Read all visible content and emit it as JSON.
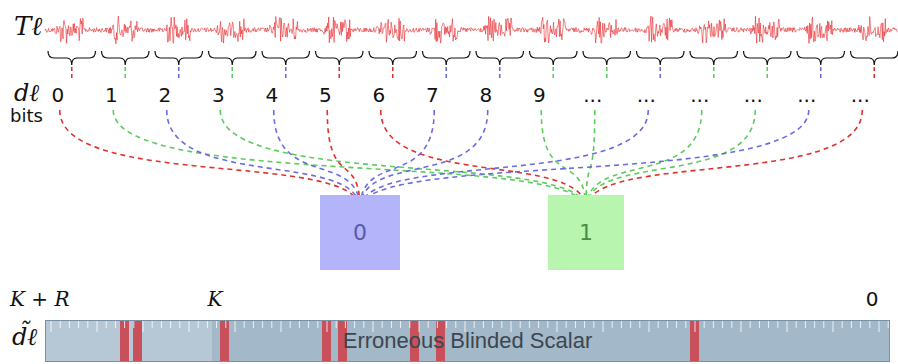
{
  "diagram": {
    "nodes": [
      {
        "text": [
          "0"
        ]
      },
      {
        "text": [
          "1"
        ]
      },
      {
        "text": [
          "Erroneous Blinded Scalar"
        ]
      }
    ],
    "edges": [],
    "labels": [
      "Tℓ",
      "dℓ",
      "bits",
      "0",
      "1",
      "2",
      "3",
      "4",
      "5",
      "6",
      "7",
      "8",
      "9",
      "...",
      "...",
      "...",
      "...",
      "...",
      "...",
      "K + R",
      "K",
      "0",
      "d̃ℓ"
    ]
  }
}
